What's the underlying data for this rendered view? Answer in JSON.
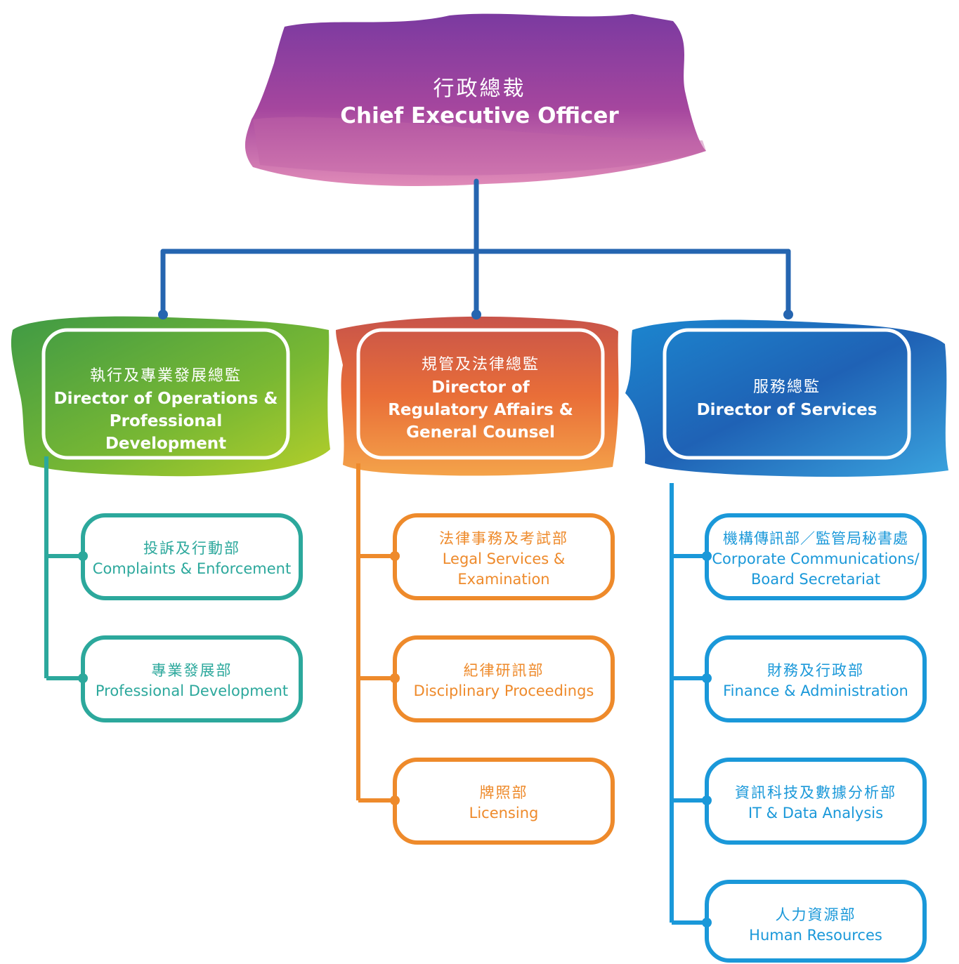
{
  "ceo": {
    "zh": "行政總裁",
    "en": "Chief Executive Officer"
  },
  "directors": [
    {
      "zh": "執行及專業發展總監",
      "en_lines": [
        "Director of Operations &",
        "Professional Development"
      ]
    },
    {
      "zh": "規管及法律總監",
      "en_lines": [
        "Director of",
        "Regulatory Affairs &",
        "General Counsel"
      ]
    },
    {
      "zh": "服務總監",
      "en_lines": [
        "Director of Services"
      ]
    }
  ],
  "units": {
    "operations": [
      {
        "zh": "投訴及行動部",
        "en_lines": [
          "Complaints & Enforcement"
        ]
      },
      {
        "zh": "專業發展部",
        "en_lines": [
          "Professional Development"
        ]
      }
    ],
    "regulatory": [
      {
        "zh": "法律事務及考試部",
        "en_lines": [
          "Legal Services &",
          "Examination"
        ]
      },
      {
        "zh": "紀律研訊部",
        "en_lines": [
          "Disciplinary Proceedings"
        ]
      },
      {
        "zh": "牌照部",
        "en_lines": [
          "Licensing"
        ]
      }
    ],
    "services": [
      {
        "zh": "機構傳訊部／監管局秘書處",
        "en_lines": [
          "Corporate Communications/",
          "Board Secretariat"
        ]
      },
      {
        "zh": "財務及行政部",
        "en_lines": [
          "Finance & Administration"
        ]
      },
      {
        "zh": "資訊科技及數據分析部",
        "en_lines": [
          "IT & Data Analysis"
        ]
      },
      {
        "zh": "人力資源部",
        "en_lines": [
          "Human Resources"
        ]
      }
    ]
  },
  "colors": {
    "ceo": "#8a3a9c",
    "operations": "#2ca89c",
    "regulatory": "#ee8a2b",
    "services": "#1a98d9",
    "connector": "#2565b0"
  }
}
